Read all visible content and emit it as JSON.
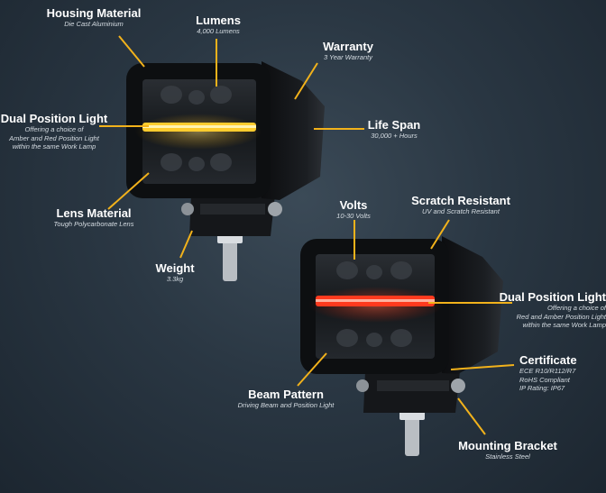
{
  "labels": {
    "housing_material": {
      "title": "Housing Material",
      "sub": "Die Cast Aluminium"
    },
    "lumens": {
      "title": "Lumens",
      "sub": "4,000 Lumens"
    },
    "warranty": {
      "title": "Warranty",
      "sub": "3 Year Warranty"
    },
    "dual_position_1": {
      "title": "Dual Position Light",
      "sub": "Offering a choice of\nAmber and Red Position Light\nwithin the same Work Lamp"
    },
    "life_span": {
      "title": "Life Span",
      "sub": "30,000 + Hours"
    },
    "lens_material": {
      "title": "Lens Material",
      "sub": "Tough Polycarbonate Lens"
    },
    "weight": {
      "title": "Weight",
      "sub": "3.3kg"
    },
    "volts": {
      "title": "Volts",
      "sub": "10-30 Volts"
    },
    "scratch_resistant": {
      "title": "Scratch Resistant",
      "sub": "UV and Scratch Resistant"
    },
    "dual_position_2": {
      "title": "Dual Position Light",
      "sub": "Offering a choice of\nRed and Amber Position Light\nwithin the same Work Lamp"
    },
    "certificate": {
      "title": "Certificate",
      "sub": "ECE R10/R112/R7\nRoHS Compliant\nIP Rating: IP67"
    },
    "beam_pattern": {
      "title": "Beam Pattern",
      "sub": "Driving Beam and Position Light"
    },
    "mounting_bracket": {
      "title": "Mounting Bracket",
      "sub": "Stainless Steel"
    }
  },
  "colors": {
    "callout_line": "#f2b21b",
    "amber_light": "#ffcc2e",
    "red_light": "#ff3a1e",
    "housing": "#111316"
  }
}
